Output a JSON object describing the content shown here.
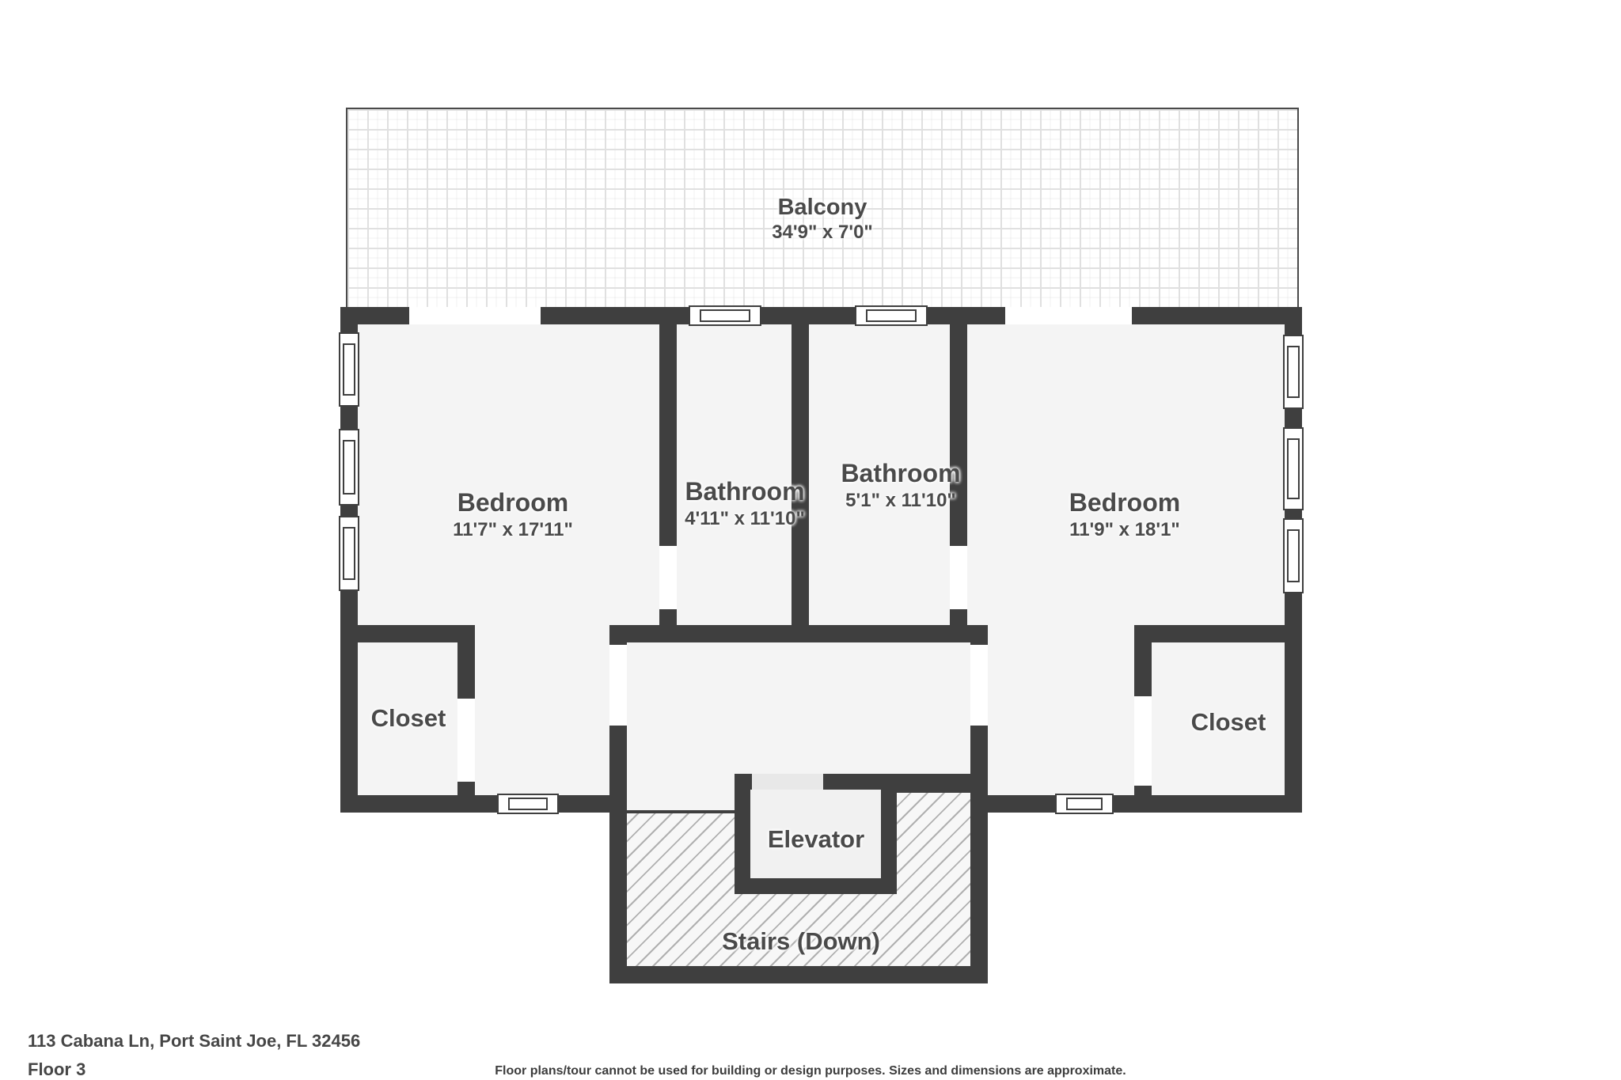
{
  "plan": {
    "balcony": {
      "name": "Balcony",
      "dims": "34'9\" x 7'0\""
    },
    "bedroom_left": {
      "name": "Bedroom",
      "dims": "11'7\" x 17'11\""
    },
    "bathroom_left": {
      "name": "Bathroom",
      "dims": "4'11\" x 11'10\""
    },
    "bathroom_right": {
      "name": "Bathroom",
      "dims": "5'1\" x 11'10\""
    },
    "bedroom_right": {
      "name": "Bedroom",
      "dims": "11'9\" x 18'1\""
    },
    "closet_left": {
      "name": "Closet"
    },
    "closet_right": {
      "name": "Closet"
    },
    "elevator": {
      "name": "Elevator"
    },
    "stairs": {
      "name": "Stairs (Down)"
    }
  },
  "footer": {
    "address": "113 Cabana Ln, Port Saint Joe, FL 32456",
    "floor": "Floor 3",
    "disclaimer": "Floor plans/tour cannot be used for building or design purposes. Sizes and dimensions are approximate."
  },
  "colors": {
    "wall": "#3f3f3f",
    "floor": "#f4f4f4",
    "label": "#4a4a4a",
    "hatch-line": "#b0b0b0",
    "hatch-bg": "#f7f7f7",
    "tile-line": "#e0e0e0",
    "door": "#ffffff",
    "elevator-floor": "#f1f1f1",
    "elevator-door": "#e8e8e8"
  }
}
